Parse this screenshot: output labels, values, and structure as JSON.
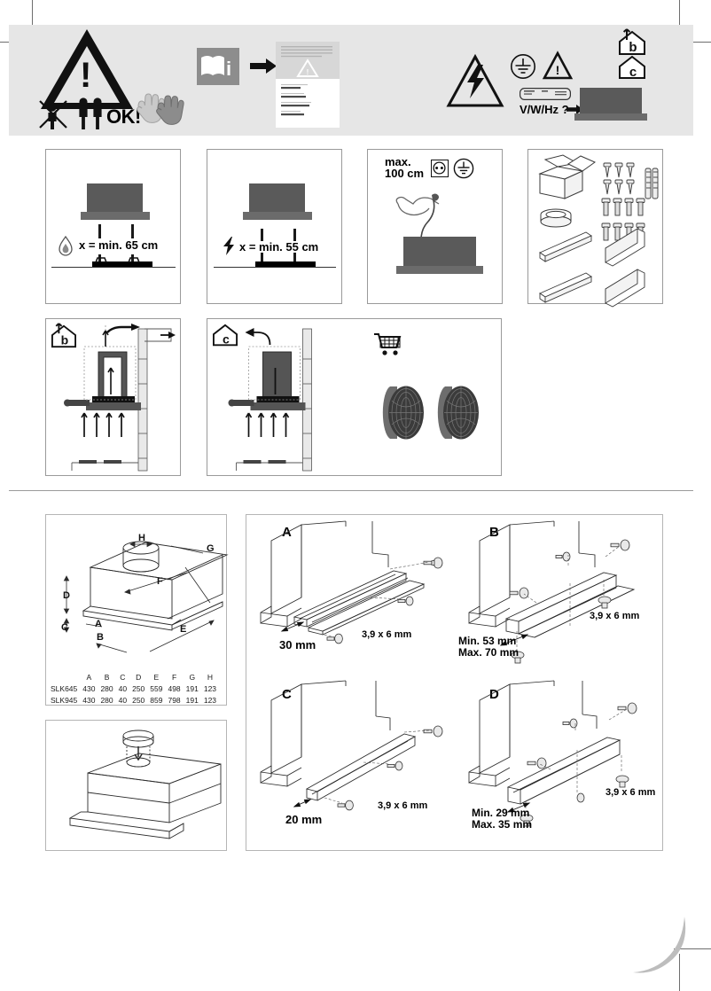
{
  "document": {
    "type": "appliance-installation-instructions",
    "models": [
      "SLK645",
      "SLK945"
    ]
  },
  "header": {
    "icons": [
      {
        "name": "warning-triangle",
        "symbol": "!"
      },
      {
        "name": "no-children-allowed",
        "symbol": "x"
      },
      {
        "name": "two-persons-required",
        "label": "OK!"
      },
      {
        "name": "protective-gloves"
      },
      {
        "name": "read-manual-booklet",
        "symbol": "i"
      },
      {
        "name": "arrow-right"
      },
      {
        "name": "manual-page-preview"
      },
      {
        "name": "electrical-shock-hazard"
      },
      {
        "name": "protective-earth-ground"
      },
      {
        "name": "warning-triangle-small",
        "symbol": "!"
      },
      {
        "name": "rating-plate"
      },
      {
        "name": "house-ducted",
        "letter": "b"
      },
      {
        "name": "house-recirculation",
        "letter": "c"
      }
    ],
    "rating_label": "V/W/Hz ?",
    "ok_label": "OK!"
  },
  "clearance": {
    "gas": {
      "icon": "gas-flame-icon",
      "text": "x = min. 65 cm"
    },
    "electric": {
      "icon": "electric-bolt-icon",
      "text": "x = min. 55 cm"
    }
  },
  "power": {
    "max_line1": "max.",
    "max_line2": "100 cm",
    "icons": [
      "wall-socket-icon",
      "earth-ground-icon"
    ]
  },
  "parts": {
    "items": [
      "cardboard-box",
      "screws-small",
      "wall-plugs",
      "screws-medium",
      "screws-large",
      "duct-flange",
      "rail-bracket-left",
      "angle-bracket-left",
      "rail-bracket-right",
      "angle-bracket-right"
    ]
  },
  "airflow": {
    "ducted": {
      "letter": "b",
      "name": "exhaust-air-mode"
    },
    "recirculation": {
      "letter": "c",
      "name": "recirculation-mode"
    }
  },
  "accessories": {
    "icon": "shopping-cart-icon",
    "items": [
      "carbon-filter",
      "carbon-filter"
    ]
  },
  "dimensions": {
    "labels": [
      "A",
      "B",
      "C",
      "D",
      "E",
      "F",
      "G",
      "H"
    ],
    "columns": [
      "",
      "A",
      "B",
      "C",
      "D",
      "E",
      "F",
      "G",
      "H"
    ],
    "rows": [
      {
        "model": "SLK645",
        "values": [
          "430",
          "280",
          "40",
          "250",
          "559",
          "498",
          "191",
          "123"
        ]
      },
      {
        "model": "SLK945",
        "values": [
          "430",
          "280",
          "40",
          "250",
          "859",
          "798",
          "191",
          "123"
        ]
      }
    ]
  },
  "flange_fitting": {
    "name": "duct-flange-fitting-diagram"
  },
  "install_panels": [
    {
      "id": "A",
      "measure": "30 mm",
      "screw": "3,9 x 6 mm"
    },
    {
      "id": "B",
      "measure_min": "Min. 53 mm",
      "measure_max": "Max. 70 mm",
      "screw": "3,9 x 6 mm"
    },
    {
      "id": "C",
      "measure": "20 mm",
      "screw": "3,9 x 6 mm"
    },
    {
      "id": "D",
      "measure_min": "Min. 29 mm",
      "measure_max": "Max. 35 mm",
      "screw": "3,9 x 6 mm"
    }
  ],
  "colors": {
    "header_band": "#e6e6e6",
    "hood_body": "#5a5a5a",
    "hood_base": "#6b6b6b",
    "line": "#9a9a9a",
    "swoosh": "#bdbdbd"
  }
}
